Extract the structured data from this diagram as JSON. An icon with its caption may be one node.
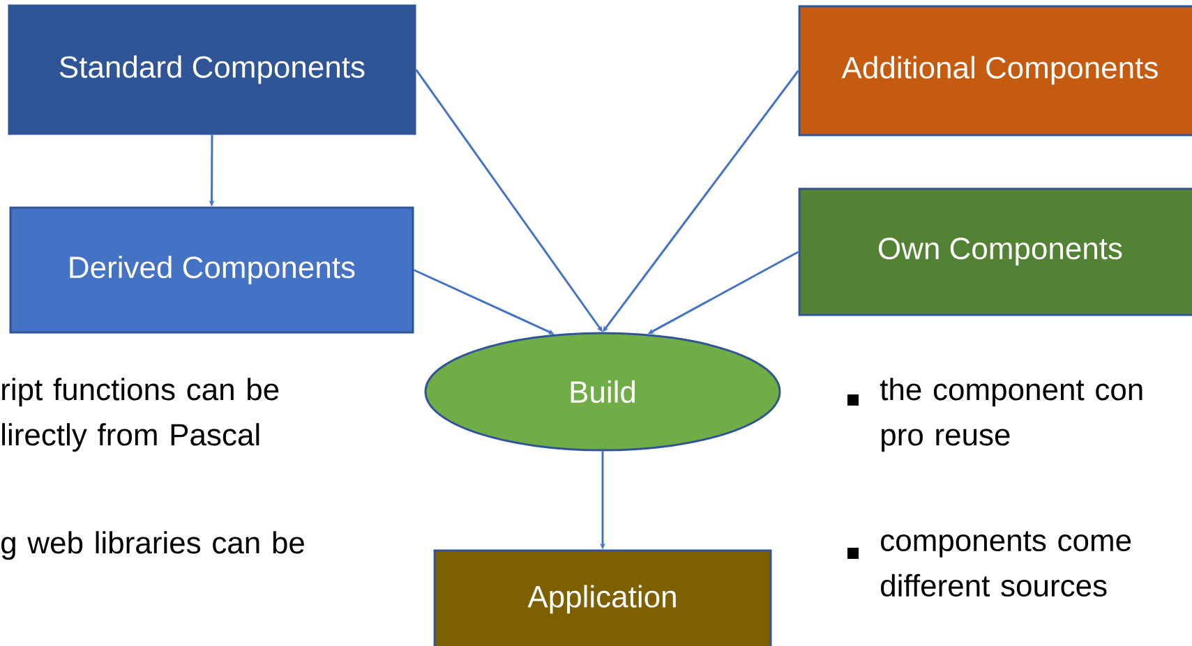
{
  "diagram": {
    "nodes": [
      {
        "text": [
          "Standard Components"
        ]
      },
      {
        "text": [
          "Additional Components"
        ]
      },
      {
        "text": [
          "Derived Components"
        ]
      },
      {
        "text": [
          "Own Components"
        ]
      },
      {
        "text": [
          "Build"
        ]
      },
      {
        "text": [
          "Application"
        ]
      }
    ],
    "edges": [
      {
        "from": 0,
        "to": 2,
        "arrow": "to"
      },
      {
        "from": 0,
        "to": 4,
        "arrow": "to"
      },
      {
        "from": 1,
        "to": 4,
        "arrow": "to"
      },
      {
        "from": 2,
        "to": 4,
        "arrow": "to"
      },
      {
        "from": 3,
        "to": 4,
        "arrow": "to"
      },
      {
        "from": 4,
        "to": 5,
        "arrow": "to"
      }
    ],
    "labels": [
      "ript functions can be lirectly from Pascal",
      "g web libraries can be",
      "the component con pro reuse",
      "components come different sources"
    ]
  }
}
